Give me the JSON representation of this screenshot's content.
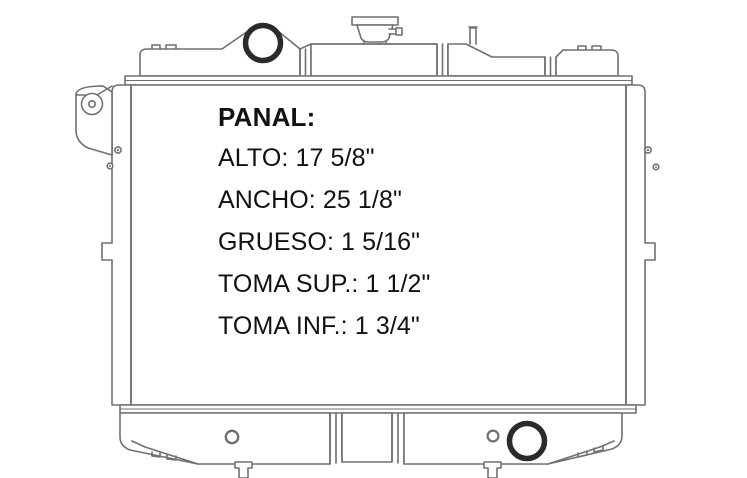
{
  "document": {
    "type": "technical-line-drawing",
    "subject": "automotive-radiator",
    "view": "front-elevation"
  },
  "spec": {
    "heading": "PANAL:",
    "lines": [
      {
        "key": "ALTO",
        "label": "ALTO: 17 5/8\"",
        "value": "17 5/8\"",
        "unit": "in"
      },
      {
        "key": "ANCHO",
        "label": "ANCHO: 25 1/8\"",
        "value": "25 1/8\"",
        "unit": "in"
      },
      {
        "key": "GRUESO",
        "label": "GRUESO: 1 5/16\"",
        "value": "1 5/16\"",
        "unit": "in"
      },
      {
        "key": "TOMA SUP.",
        "label": "TOMA SUP.: 1 1/2\"",
        "value": "1 1/2\"",
        "unit": "in"
      },
      {
        "key": "TOMA INF.",
        "label": "TOMA INF.: 1 3/4\"",
        "value": "1 3/4\"",
        "unit": "in"
      }
    ]
  },
  "colors": {
    "background": "#ffffff",
    "line": "#6f6f75",
    "line_dark": "#3a3a3e",
    "port_ring": "#2b2b2e",
    "text": "#111111",
    "fill": "#ffffff"
  },
  "parts": {
    "top_tank": "top-tank",
    "bottom_tank": "bottom-tank",
    "core": "radiator-core",
    "filler_cap": "filler-cap",
    "overflow_tube": "overflow-tube",
    "inlet_port": "upper-inlet-port",
    "outlet_port": "lower-outlet-port",
    "left_bracket": "left-mounting-bracket",
    "left_rail": "left-side-frame-rail",
    "right_rail": "right-side-frame-rail",
    "drain_petcock_left": "drain-petcock-left",
    "drain_petcock_right": "drain-petcock-right",
    "bolt_hole": "bracket-bolt-hole",
    "rivet_holes": "side-rail-rivet-holes",
    "tank_ribs": "tank-reinforcement-ribs",
    "tank_tabs": "tank-mounting-tabs",
    "bottom_small_hole_left": "bottom-tank-hole-left",
    "bottom_small_hole_right": "bottom-tank-hole-right"
  }
}
